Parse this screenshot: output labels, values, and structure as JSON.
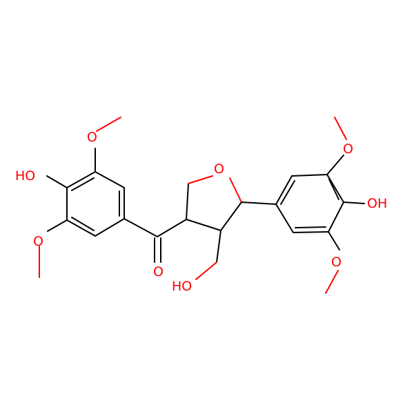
{
  "molecule": {
    "atom_labels": {
      "ho_left": "HO",
      "o_top_left": "O",
      "o_bottom_left": "O",
      "o_ketone": "O",
      "o_ring": "O",
      "ho_hydroxymethyl": "HO",
      "o_top_right": "O",
      "oh_right": "OH",
      "o_bottom_right": "O"
    },
    "colors": {
      "bond": "#000000",
      "heteroatom": "#ff0000",
      "background": "#ffffff"
    }
  }
}
